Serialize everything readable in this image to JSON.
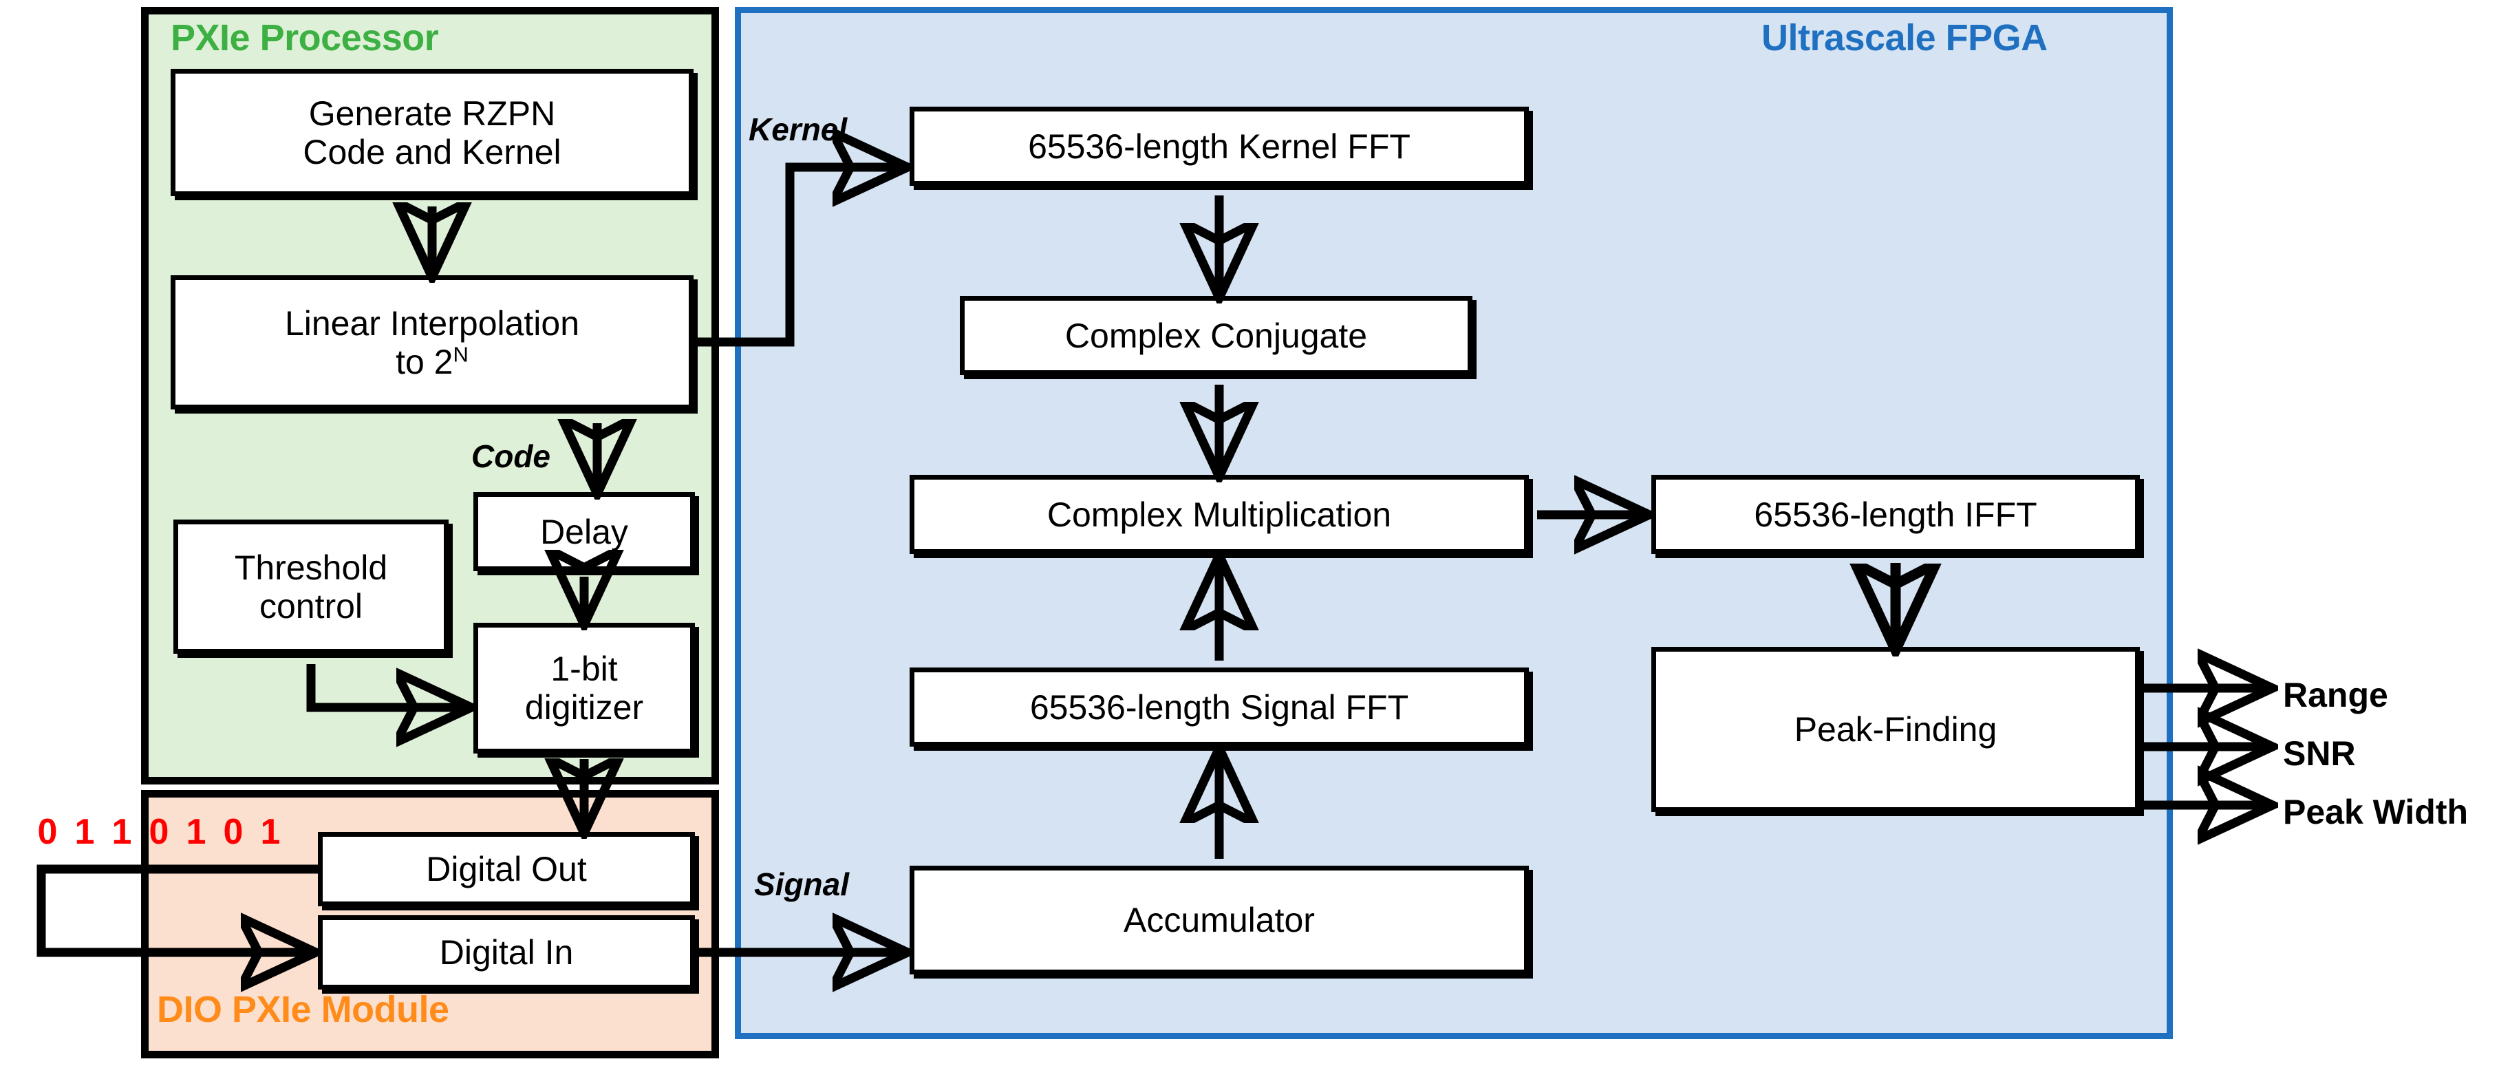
{
  "diagram": {
    "title": "RZPN radar processing block diagram",
    "colors": {
      "green_panel_fill": "#dff0d8",
      "green_title": "#3cb043",
      "orange_panel_fill": "#fbe0d0",
      "orange_title": "#ff8c1a",
      "blue_panel_fill": "#d6e3f3",
      "blue_border": "#1f70c1",
      "bitstream": "#ff0000",
      "box_fill": "#ffffff",
      "stroke": "#000000"
    }
  },
  "panels": [
    {
      "id": "pxie-processor",
      "label": "PXIe Processor",
      "title_color": "#3cb043"
    },
    {
      "id": "dio-pxie-module",
      "label": "DIO PXIe Module",
      "title_color": "#ff8c1a"
    },
    {
      "id": "ultrascale-fpga",
      "label": "Ultrascale FPGA",
      "title_color": "#1f70c1"
    }
  ],
  "blocks": {
    "generate_code": {
      "line1": "Generate RZPN",
      "line2": "Code and Kernel"
    },
    "linear_interp": {
      "line1": "Linear Interpolation",
      "line2_prefix": "to 2",
      "line2_sup": "N"
    },
    "threshold_control": {
      "line1": "Threshold",
      "line2": "control"
    },
    "delay": {
      "label": "Delay"
    },
    "digitizer": {
      "line1": "1-bit",
      "line2": "digitizer"
    },
    "digital_out": {
      "label": "Digital Out"
    },
    "digital_in": {
      "label": "Digital In"
    },
    "kernel_fft": {
      "label": "65536-length Kernel FFT"
    },
    "complex_conjugate": {
      "label": "Complex Conjugate"
    },
    "complex_multiplication": {
      "label": "Complex Multiplication"
    },
    "signal_fft": {
      "label": "65536-length Signal FFT"
    },
    "accumulator": {
      "label": "Accumulator"
    },
    "ifft": {
      "label": "65536-length IFFT"
    },
    "peak_finding": {
      "label": "Peak-Finding"
    }
  },
  "edge_labels": {
    "kernel": "Kernel",
    "code": "Code",
    "signal": "Signal"
  },
  "outputs": [
    {
      "label": "Range"
    },
    {
      "label": "SNR"
    },
    {
      "label": "Peak Width"
    }
  ],
  "bitstream": {
    "digits": [
      "0",
      "1",
      "1",
      "0",
      "1",
      "0",
      "1"
    ],
    "text": "0 1 1 0 1 0 1"
  }
}
